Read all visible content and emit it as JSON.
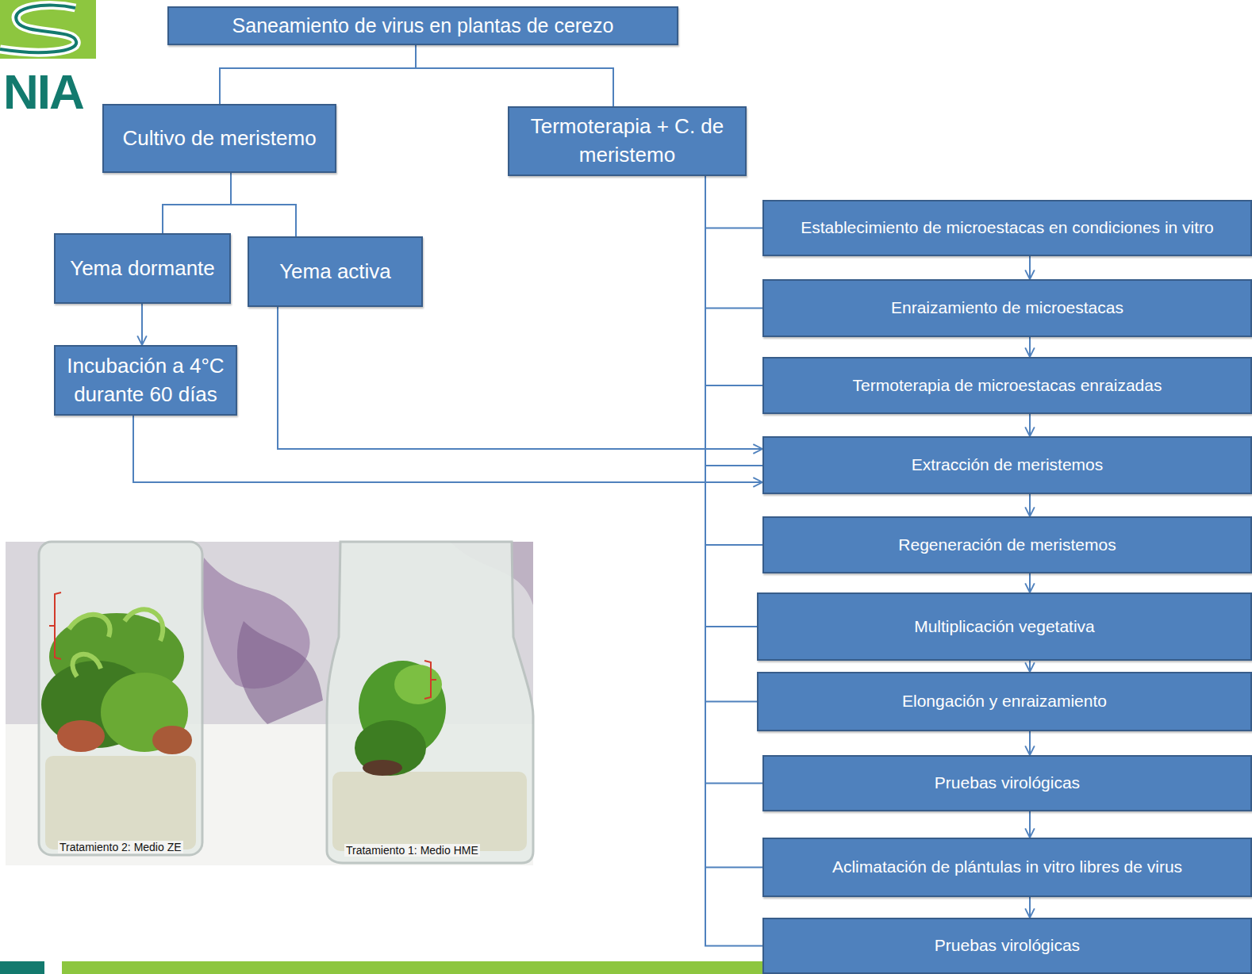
{
  "diagram": {
    "nodes": [
      {
        "text": [
          "Saneamiento de virus en plantas de cerezo"
        ]
      },
      {
        "text": [
          "Cultivo de meristemo"
        ]
      },
      {
        "text": [
          "Termoterapia + C. de meristemo"
        ]
      },
      {
        "text": [
          "Yema dormante"
        ]
      },
      {
        "text": [
          "Yema activa"
        ]
      },
      {
        "text": [
          "Incubación a 4°C durante 60 días"
        ]
      },
      {
        "text": [
          "Establecimiento de microestacas en condiciones in vitro"
        ]
      },
      {
        "text": [
          "Enraizamiento de microestacas"
        ]
      },
      {
        "text": [
          "Termoterapia de microestacas enraizadas"
        ]
      },
      {
        "text": [
          "Extracción de meristemos"
        ]
      },
      {
        "text": [
          "Regeneración de meristemos"
        ]
      },
      {
        "text": [
          "Multiplicación vegetativa"
        ]
      },
      {
        "text": [
          "Elongación y enraizamiento"
        ]
      },
      {
        "text": [
          "Pruebas virológicas"
        ]
      },
      {
        "text": [
          "Aclimatación de plántulas in vitro libres de virus"
        ]
      },
      {
        "text": [
          "Pruebas virológicas"
        ]
      }
    ],
    "edges": [
      {
        "from": 0,
        "to": 1,
        "arrow": "none"
      },
      {
        "from": 0,
        "to": 2,
        "arrow": "none"
      },
      {
        "from": 1,
        "to": 3,
        "arrow": "none"
      },
      {
        "from": 1,
        "to": 4,
        "arrow": "none"
      },
      {
        "from": 3,
        "to": 5,
        "arrow": "to"
      },
      {
        "from": 4,
        "to": 9,
        "arrow": "to"
      },
      {
        "from": 5,
        "to": 9,
        "arrow": "to"
      },
      {
        "from": 2,
        "to": 6,
        "arrow": "none"
      },
      {
        "from": 2,
        "to": 7,
        "arrow": "none"
      },
      {
        "from": 2,
        "to": 8,
        "arrow": "none"
      },
      {
        "from": 2,
        "to": 9,
        "arrow": "none"
      },
      {
        "from": 2,
        "to": 10,
        "arrow": "none"
      },
      {
        "from": 2,
        "to": 11,
        "arrow": "none"
      },
      {
        "from": 2,
        "to": 12,
        "arrow": "none"
      },
      {
        "from": 2,
        "to": 13,
        "arrow": "none"
      },
      {
        "from": 2,
        "to": 14,
        "arrow": "none"
      },
      {
        "from": 2,
        "to": 15,
        "arrow": "none"
      },
      {
        "from": 6,
        "to": 7,
        "arrow": "to"
      },
      {
        "from": 7,
        "to": 8,
        "arrow": "to"
      },
      {
        "from": 8,
        "to": 9,
        "arrow": "to"
      },
      {
        "from": 9,
        "to": 10,
        "arrow": "to"
      },
      {
        "from": 10,
        "to": 11,
        "arrow": "to"
      },
      {
        "from": 11,
        "to": 12,
        "arrow": "to"
      },
      {
        "from": 12,
        "to": 13,
        "arrow": "to"
      },
      {
        "from": 13,
        "to": 14,
        "arrow": "to"
      },
      {
        "from": 14,
        "to": 15,
        "arrow": "to"
      }
    ],
    "labels": [
      "NIA",
      "Tratamiento 2: Medio ZE",
      "Tratamiento 1: Medio HME"
    ]
  }
}
